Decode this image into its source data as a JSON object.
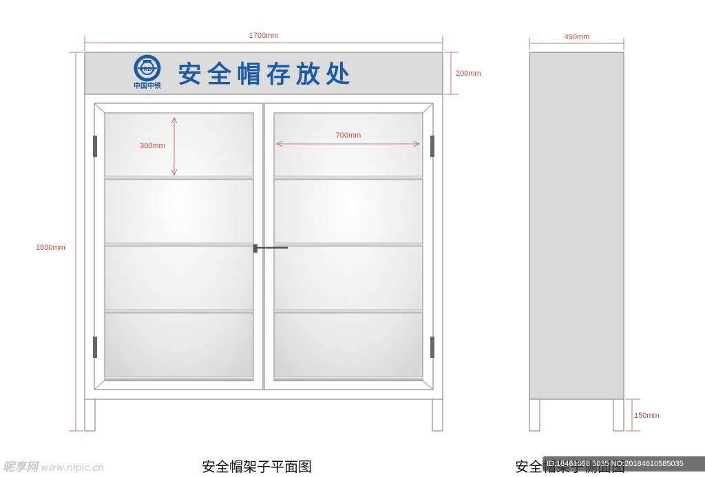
{
  "sign": {
    "title": "安全帽存放处",
    "logo_text": "中国中铁",
    "logo_mark": "CREC"
  },
  "dimensions": {
    "total_width": "1700mm",
    "sign_height": "200mm",
    "total_height": "1800mm",
    "shelf_spacing": "300mm",
    "door_width": "700mm",
    "depth": "450mm",
    "leg_height": "150mm"
  },
  "captions": {
    "front_view": "安全帽架子平面图",
    "side_view": "安全帽架子侧面图"
  },
  "watermark": {
    "site_logo": "昵享网",
    "site_url": "www.nipic.cn",
    "id_text": "ID:18461058 5035 NO:20184610585035"
  },
  "colors": {
    "dimension_line": "#d2483c",
    "sign_text": "#1a5aa8",
    "cabinet_fill": "#d9d9d9",
    "frame_stroke": "#7a7a7a"
  }
}
